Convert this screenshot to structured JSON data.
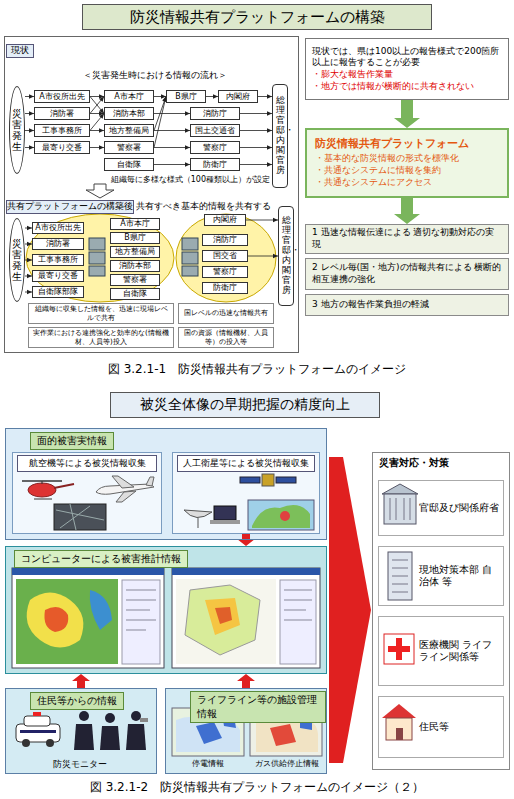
{
  "diagram": {
    "nodes": [
      {
        "text": [
          "防災情報共有プラットフォームの構築"
        ]
      },
      {
        "text": [
          "現状"
        ]
      },
      {
        "text": [
          "災害発生"
        ]
      },
      {
        "text": [
          "A市役所出先"
        ]
      },
      {
        "text": [
          "A市本庁"
        ]
      },
      {
        "text": [
          "B県庁"
        ]
      },
      {
        "text": [
          "内閣府"
        ]
      },
      {
        "text": [
          "消防署"
        ]
      },
      {
        "text": [
          "消防本部"
        ]
      },
      {
        "text": [
          "消防庁"
        ]
      },
      {
        "text": [
          "工事事務所"
        ]
      },
      {
        "text": [
          "地方整備局"
        ]
      },
      {
        "text": [
          "国土交通省"
        ]
      },
      {
        "text": [
          "最寄り交番"
        ]
      },
      {
        "text": [
          "警察署"
        ]
      },
      {
        "text": [
          "警察庁"
        ]
      },
      {
        "text": [
          "自衛隊"
        ]
      },
      {
        "text": [
          "防衛庁"
        ]
      },
      {
        "text": [
          "総理官邸・内閣官房"
        ]
      },
      {
        "text": [
          "共有プラットフォームの構築後"
        ]
      },
      {
        "text": [
          "災害発生"
        ]
      },
      {
        "text": [
          "A市役所出先"
        ]
      },
      {
        "text": [
          "消防署"
        ]
      },
      {
        "text": [
          "工事事務所"
        ]
      },
      {
        "text": [
          "最寄り交番"
        ]
      },
      {
        "text": [
          "自衛隊部隊"
        ]
      },
      {
        "text": [
          "A市本庁"
        ]
      },
      {
        "text": [
          "B県庁"
        ]
      },
      {
        "text": [
          "地方整備局"
        ]
      },
      {
        "text": [
          "消防本部"
        ]
      },
      {
        "text": [
          "警察署"
        ]
      },
      {
        "text": [
          "自衛隊"
        ]
      },
      {
        "text": [
          "内閣府"
        ]
      },
      {
        "text": [
          "消防庁"
        ]
      },
      {
        "text": [
          "国交省"
        ]
      },
      {
        "text": [
          "警察庁"
        ]
      },
      {
        "text": [
          "防衛庁"
        ]
      },
      {
        "text": [
          "総理官邸・内閣官房"
        ]
      },
      {
        "text": [
          "組織毎に収集した情報を、迅速に現場レベルで共有"
        ]
      },
      {
        "text": [
          "国レベルの迅速な情報共有"
        ]
      },
      {
        "text": [
          "実作業における連携強化と効率的な(情報機材、人員等)投入"
        ]
      },
      {
        "text": [
          "国の資源（情報機材、人員等）の投入等"
        ]
      },
      {
        "text": [
          "現状では、県は100以上の報告様式で200箇所以上に報告することが必要",
          "・膨大な報告作業量",
          "・地方では情報が横断的に共有されない"
        ]
      },
      {
        "text": [
          "防災情報共有プラットフォーム",
          "・基本的な防災情報の形式を標準化",
          "・共通なシステムに情報を集約",
          "・共通なシステムにアクセス"
        ]
      },
      {
        "text": [
          "1 迅速な情報伝達による 適切な初動対応の実現"
        ]
      },
      {
        "text": [
          "2 レベル毎(国・地方)の情報共有による 横断的相互連携の強化"
        ]
      },
      {
        "text": [
          "3 地方の報告作業負担の軽減"
        ]
      },
      {
        "text": [
          "被災全体像の早期把握の精度向上"
        ]
      },
      {
        "text": [
          "面的被害実情報"
        ]
      },
      {
        "text": [
          "航空機等による被災情報収集"
        ],
        "in": 48
      },
      {
        "text": [
          "人工衛星等による被災情報収集"
        ],
        "in": 48
      },
      {
        "text": [
          "コンピューターによる被害推計情報"
        ]
      },
      {
        "text": [
          "住民等からの情報"
        ]
      },
      {
        "text": [
          "ライフライン等の施設管理情報"
        ]
      },
      {
        "text": [
          "災害対応・対策"
        ]
      },
      {
        "text": [
          "官邸及び関係府省"
        ],
        "in": 54
      },
      {
        "text": [
          "現地対策本部 自治体 等"
        ],
        "in": 54
      },
      {
        "text": [
          "医療機関 ライフライン関係等"
        ],
        "in": 54
      },
      {
        "text": [
          "住民等"
        ],
        "in": 54
      }
    ],
    "edges": [
      {
        "from": 2,
        "to": 3,
        "arrow": "to"
      },
      {
        "from": 2,
        "to": 7,
        "arrow": "to"
      },
      {
        "from": 2,
        "to": 10,
        "arrow": "to"
      },
      {
        "from": 2,
        "to": 13,
        "arrow": "to"
      },
      {
        "from": 3,
        "to": 4,
        "arrow": "to"
      },
      {
        "from": 4,
        "to": 5,
        "arrow": "to"
      },
      {
        "from": 5,
        "to": 6,
        "arrow": "to"
      },
      {
        "from": 7,
        "to": 8,
        "arrow": "to"
      },
      {
        "from": 8,
        "to": 9,
        "arrow": "to"
      },
      {
        "from": 10,
        "to": 11,
        "arrow": "to"
      },
      {
        "from": 11,
        "to": 12,
        "arrow": "to"
      },
      {
        "from": 13,
        "to": 14,
        "arrow": "to"
      },
      {
        "from": 14,
        "to": 15,
        "arrow": "to"
      },
      {
        "from": 16,
        "to": 17,
        "arrow": "to"
      },
      {
        "from": 3,
        "to": 8,
        "arrow": "to"
      },
      {
        "from": 7,
        "to": 4,
        "arrow": "to"
      },
      {
        "from": 10,
        "to": 8,
        "arrow": "to"
      },
      {
        "from": 14,
        "to": 5,
        "arrow": "to"
      },
      {
        "from": 11,
        "to": 5,
        "arrow": "to"
      },
      {
        "from": 6,
        "to": 18,
        "arrow": "to"
      },
      {
        "from": 9,
        "to": 18,
        "arrow": "to"
      },
      {
        "from": 12,
        "to": 18,
        "arrow": "to"
      },
      {
        "from": 15,
        "to": 18,
        "arrow": "to"
      },
      {
        "from": 17,
        "to": 18,
        "arrow": "to"
      },
      {
        "from": 20,
        "to": 21,
        "arrow": "to"
      },
      {
        "from": 20,
        "to": 22,
        "arrow": "to"
      },
      {
        "from": 20,
        "to": 23,
        "arrow": "to"
      },
      {
        "from": 20,
        "to": 24,
        "arrow": "to"
      },
      {
        "from": 20,
        "to": 25,
        "arrow": "to"
      },
      {
        "from": 32,
        "to": 37,
        "arrow": "to"
      },
      {
        "from": 34,
        "to": 37,
        "arrow": "to"
      },
      {
        "from": 42,
        "to": 43,
        "arrow": "to"
      },
      {
        "from": 43,
        "to": 44,
        "arrow": "to"
      },
      {
        "from": 50,
        "to": 51,
        "arrow": "to"
      },
      {
        "from": 52,
        "to": 51,
        "arrow": "to"
      },
      {
        "from": 53,
        "to": 51,
        "arrow": "to"
      },
      {
        "from": 51,
        "to": 54,
        "arrow": "to"
      }
    ],
    "labels": [
      "＜災害発生時における情報の流れ＞",
      "組織毎に多様な様式（100種類以上）が設定",
      "共有すべき基本的情報を共有する",
      "図 3.2.1-1　防災情報共有プラットフォームのイメージ",
      "防災モニター",
      "停電情報",
      "ガス供給停止情報",
      "図 3.2.1-2　防災情報共有プラットフォームのイメージ（２）"
    ]
  }
}
